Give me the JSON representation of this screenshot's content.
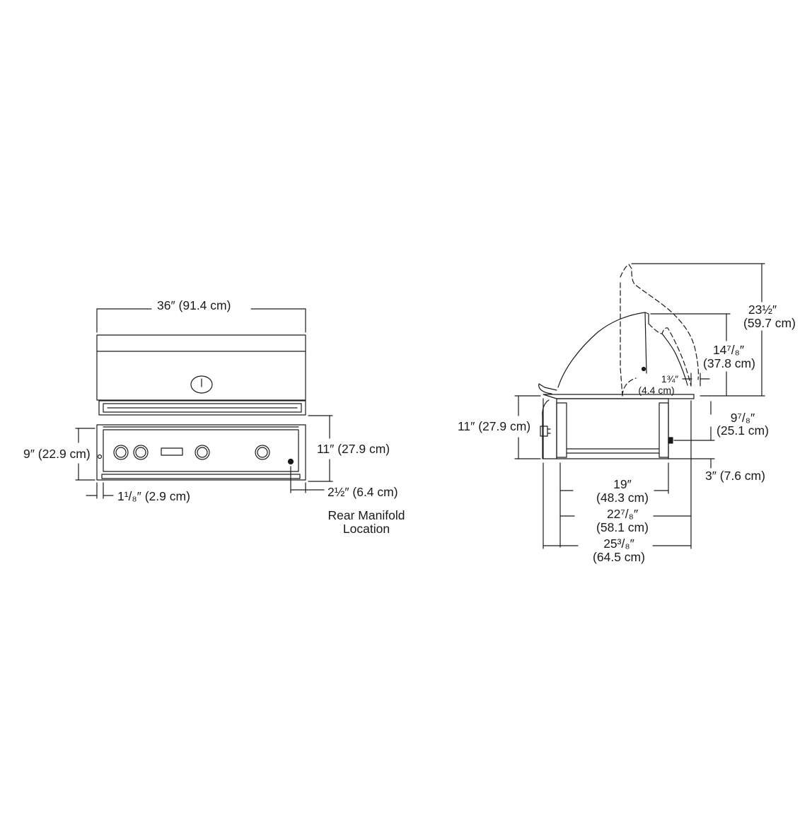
{
  "front_view": {
    "width_dim": "36″ (91.4 cm)",
    "left_height_dim": "9″ (22.9 cm)",
    "right_height_dim": "11″ (27.9 cm)",
    "left_offset_dim": "1¹/₈″ (2.9 cm)",
    "manifold_offset_dim": "2½″ (6.4 cm)",
    "manifold_label_line1": "Rear Manifold",
    "manifold_label_line2": "Location"
  },
  "side_view": {
    "total_height_in": "23½″",
    "total_height_cm": "(59.7 cm)",
    "hood_height_in": "14⁷/₈″",
    "hood_height_cm": "(37.8 cm)",
    "hood_offset_in": "1¾″",
    "hood_offset_cm": "(4.4 cm)",
    "body_height_dim": "11″ (27.9 cm)",
    "manifold_height_in": "9⁷/₈″",
    "manifold_height_cm": "(25.1 cm)",
    "base_offset_dim": "3″ (7.6 cm)",
    "depth_1_in": "19″",
    "depth_1_cm": "(48.3 cm)",
    "depth_2_in": "22⁷/₈″",
    "depth_2_cm": "(58.1 cm)",
    "depth_3_in": "25³/₈″",
    "depth_3_cm": "(64.5 cm)"
  },
  "colors": {
    "line": "#1a1a1a",
    "fill": "#ffffff"
  }
}
